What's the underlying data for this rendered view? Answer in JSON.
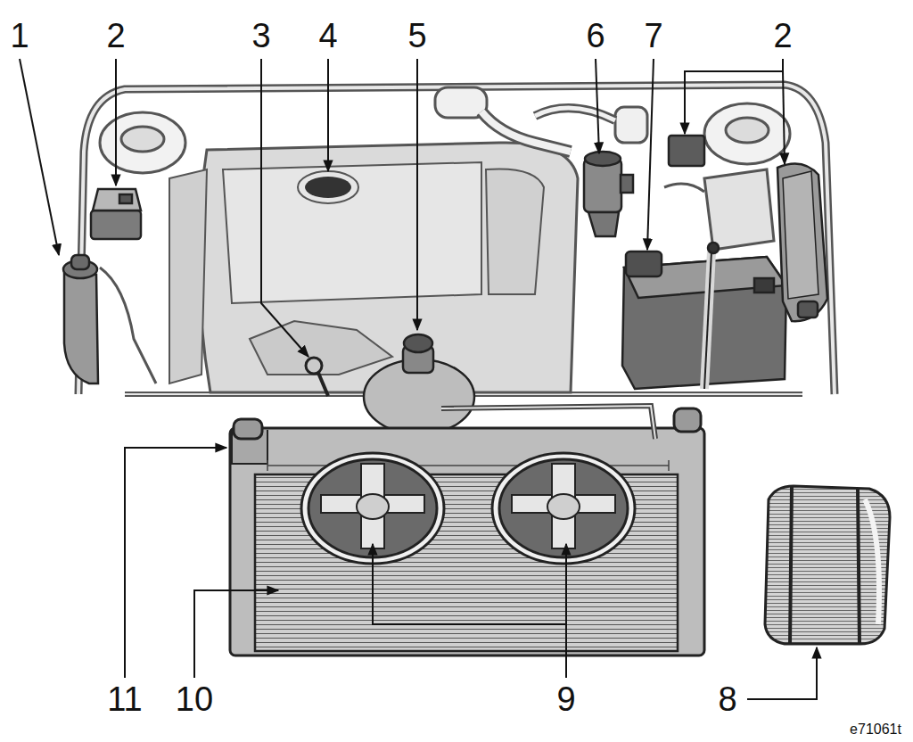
{
  "diagram": {
    "labels": [
      "1",
      "2",
      "3",
      "4",
      "5",
      "6",
      "7",
      "2",
      "11",
      "10",
      "9",
      "8",
      "e71061t"
    ]
  }
}
